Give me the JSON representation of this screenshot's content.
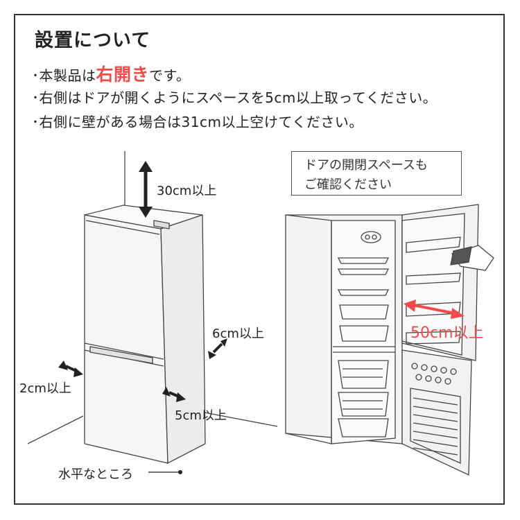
{
  "title": "設置について",
  "notes": {
    "line1_pre": "･本製品は",
    "line1_highlight": "右開き",
    "line1_post": "です。",
    "line2": "･右側はドアが開くようにスペースを5cm以上取ってください。",
    "line3": "･右側に壁がある場合は31cm以上空けてください。"
  },
  "left_figure": {
    "top_clearance": "30cm以上",
    "left_clearance": "2cm以上",
    "back_clearance": "6cm以上",
    "right_clearance": "5cm以上",
    "level_note": "水平なところ"
  },
  "right_figure": {
    "callout_line1": "ドアの開閉スペースも",
    "callout_line2": "ご確認ください",
    "door_space": "50cm以上"
  },
  "colors": {
    "accent": "#f04a4a",
    "line": "#333333"
  }
}
